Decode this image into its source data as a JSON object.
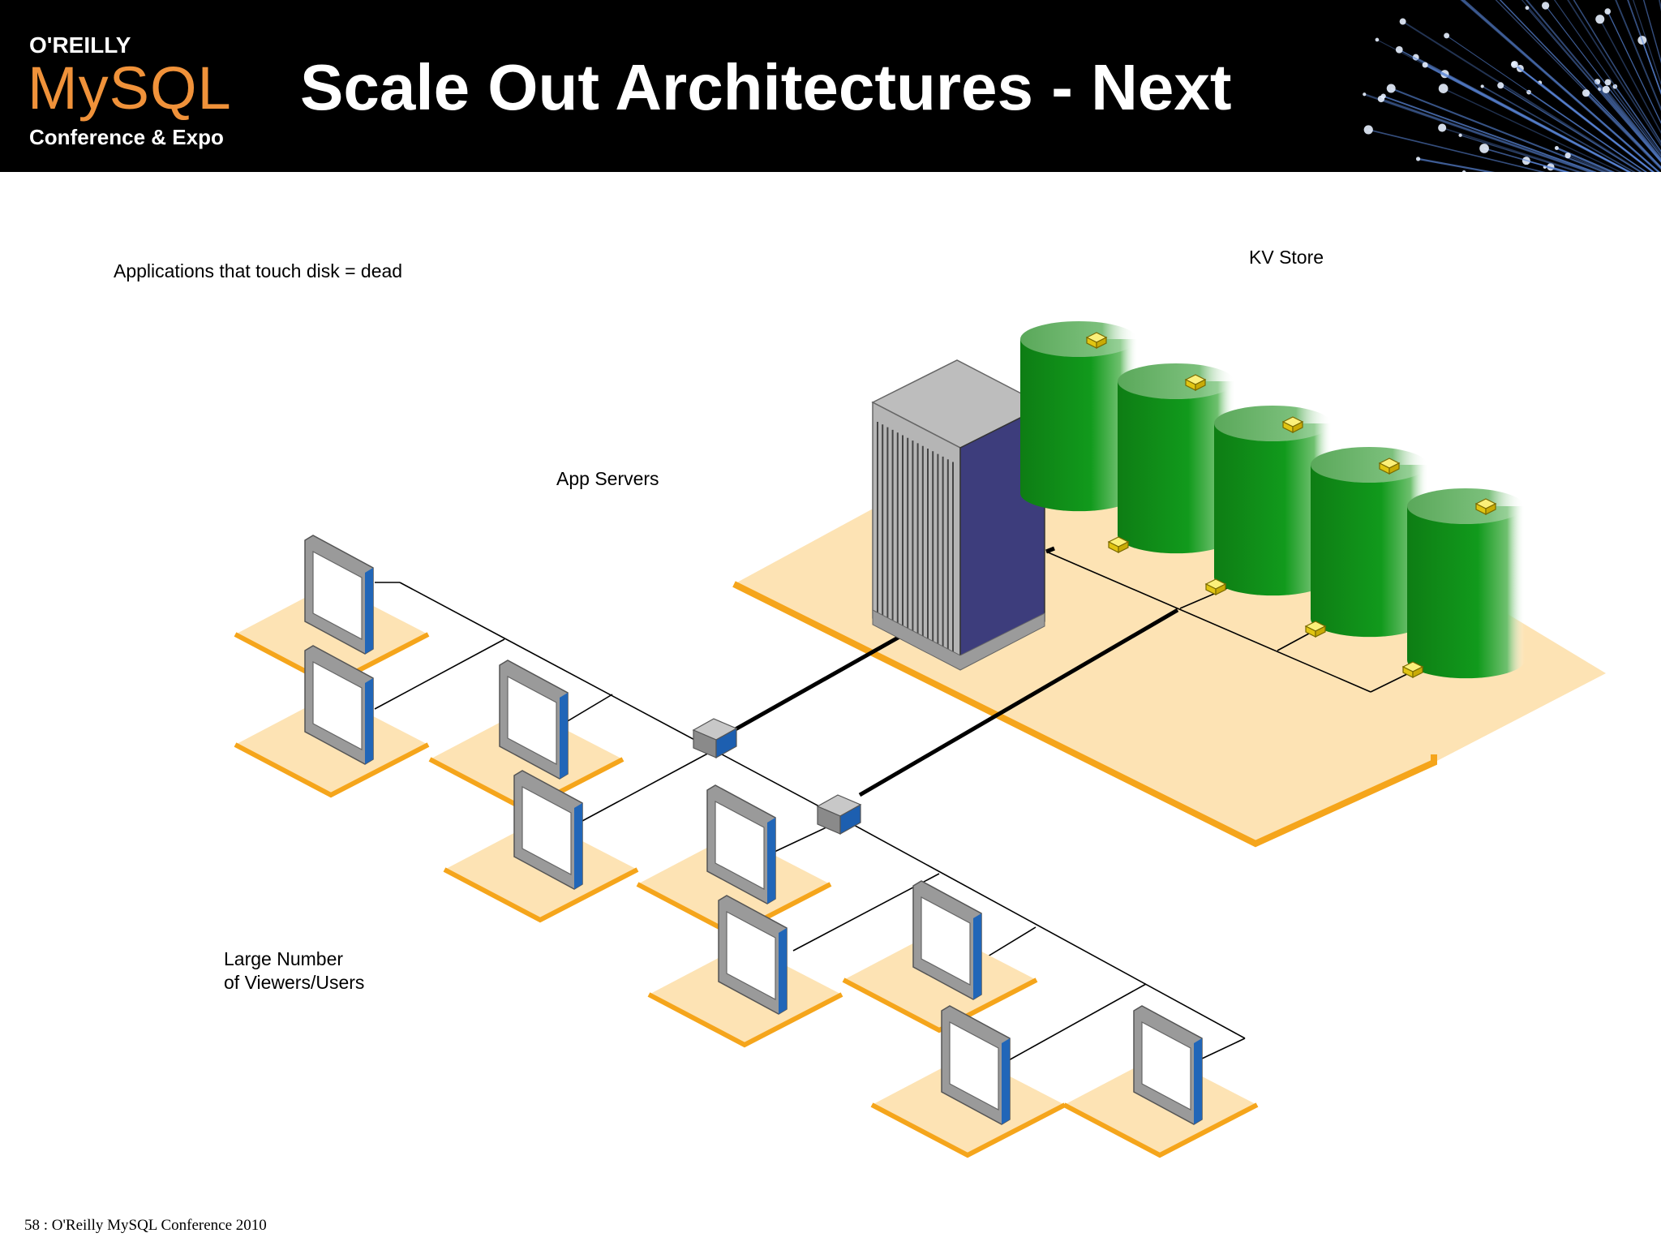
{
  "header": {
    "logo": {
      "publisher": "O'REILLY",
      "product": "MySQL",
      "event": "Conference & Expo"
    },
    "title": "Scale Out Architectures - Next",
    "decoration": "fiber-optic-image"
  },
  "diagram": {
    "labels": {
      "note": "Applications that touch disk = dead",
      "kv_store": "KV Store",
      "app_servers": "App Servers",
      "users_line1": "Large Number",
      "users_line2": "of Viewers/Users"
    },
    "icons": {
      "server": "server-tower-icon",
      "database": "database-cylinder-icon",
      "switch": "network-switch-icon",
      "terminal": "monitor-terminal-icon"
    },
    "colors": {
      "platform": "#fde3b4",
      "platform_edge": "#f5a51b",
      "database": "#0f8a1a",
      "database_light": "#5fb05f",
      "server_front": "#3d3d7c",
      "monitor_frame": "#9a9a9a",
      "monitor_accent": "#2166b8",
      "token": "#f3e02a"
    }
  },
  "footer": {
    "text": "58 : O'Reilly MySQL Conference 2010"
  }
}
